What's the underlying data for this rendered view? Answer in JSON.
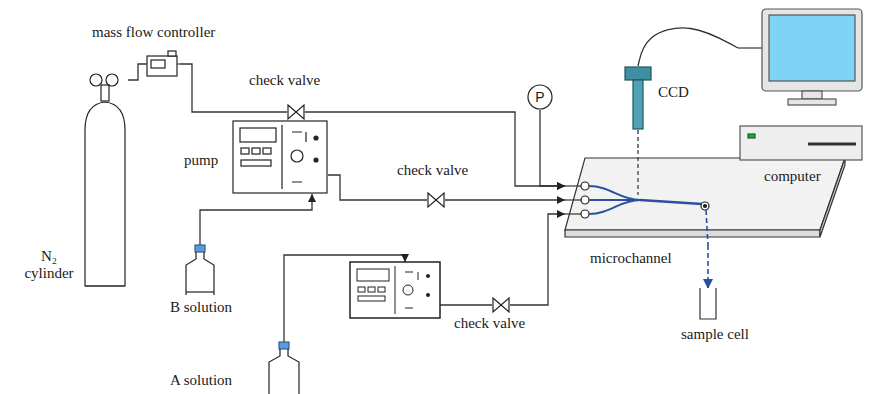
{
  "diagram": {
    "nodes": [
      {
        "text": [
          "N₂ cylinder"
        ]
      },
      {
        "text": [
          "mass flow controller"
        ]
      },
      {
        "text": [
          "check valve"
        ]
      },
      {
        "text": [
          "pump"
        ]
      },
      {
        "text": [
          "check valve"
        ]
      },
      {
        "text": [
          "B solution"
        ]
      },
      {
        "text": [
          "A solution"
        ]
      },
      {
        "text": [
          "check valve"
        ]
      },
      {
        "text": [
          "P"
        ]
      },
      {
        "text": [
          "microchannel"
        ]
      },
      {
        "text": [
          "CCD"
        ]
      },
      {
        "text": [
          "computer"
        ]
      },
      {
        "text": [
          "sample cell"
        ]
      }
    ],
    "edges": [
      {
        "from": 0,
        "to": 1,
        "arrow": "none"
      },
      {
        "from": 1,
        "to": 2,
        "arrow": "none"
      },
      {
        "from": 2,
        "to": 9,
        "arrow": "to"
      },
      {
        "from": 8,
        "to": 9,
        "arrow": "to"
      },
      {
        "from": 5,
        "to": 3,
        "arrow": "to"
      },
      {
        "from": 3,
        "to": 4,
        "arrow": "none"
      },
      {
        "from": 4,
        "to": 9,
        "arrow": "to"
      },
      {
        "from": 7,
        "to": 9,
        "arrow": "to"
      },
      {
        "from": 10,
        "to": 11,
        "arrow": "none"
      },
      {
        "from": 10,
        "to": 9,
        "arrow": "none"
      },
      {
        "from": 9,
        "to": 12,
        "arrow": "to"
      }
    ]
  }
}
